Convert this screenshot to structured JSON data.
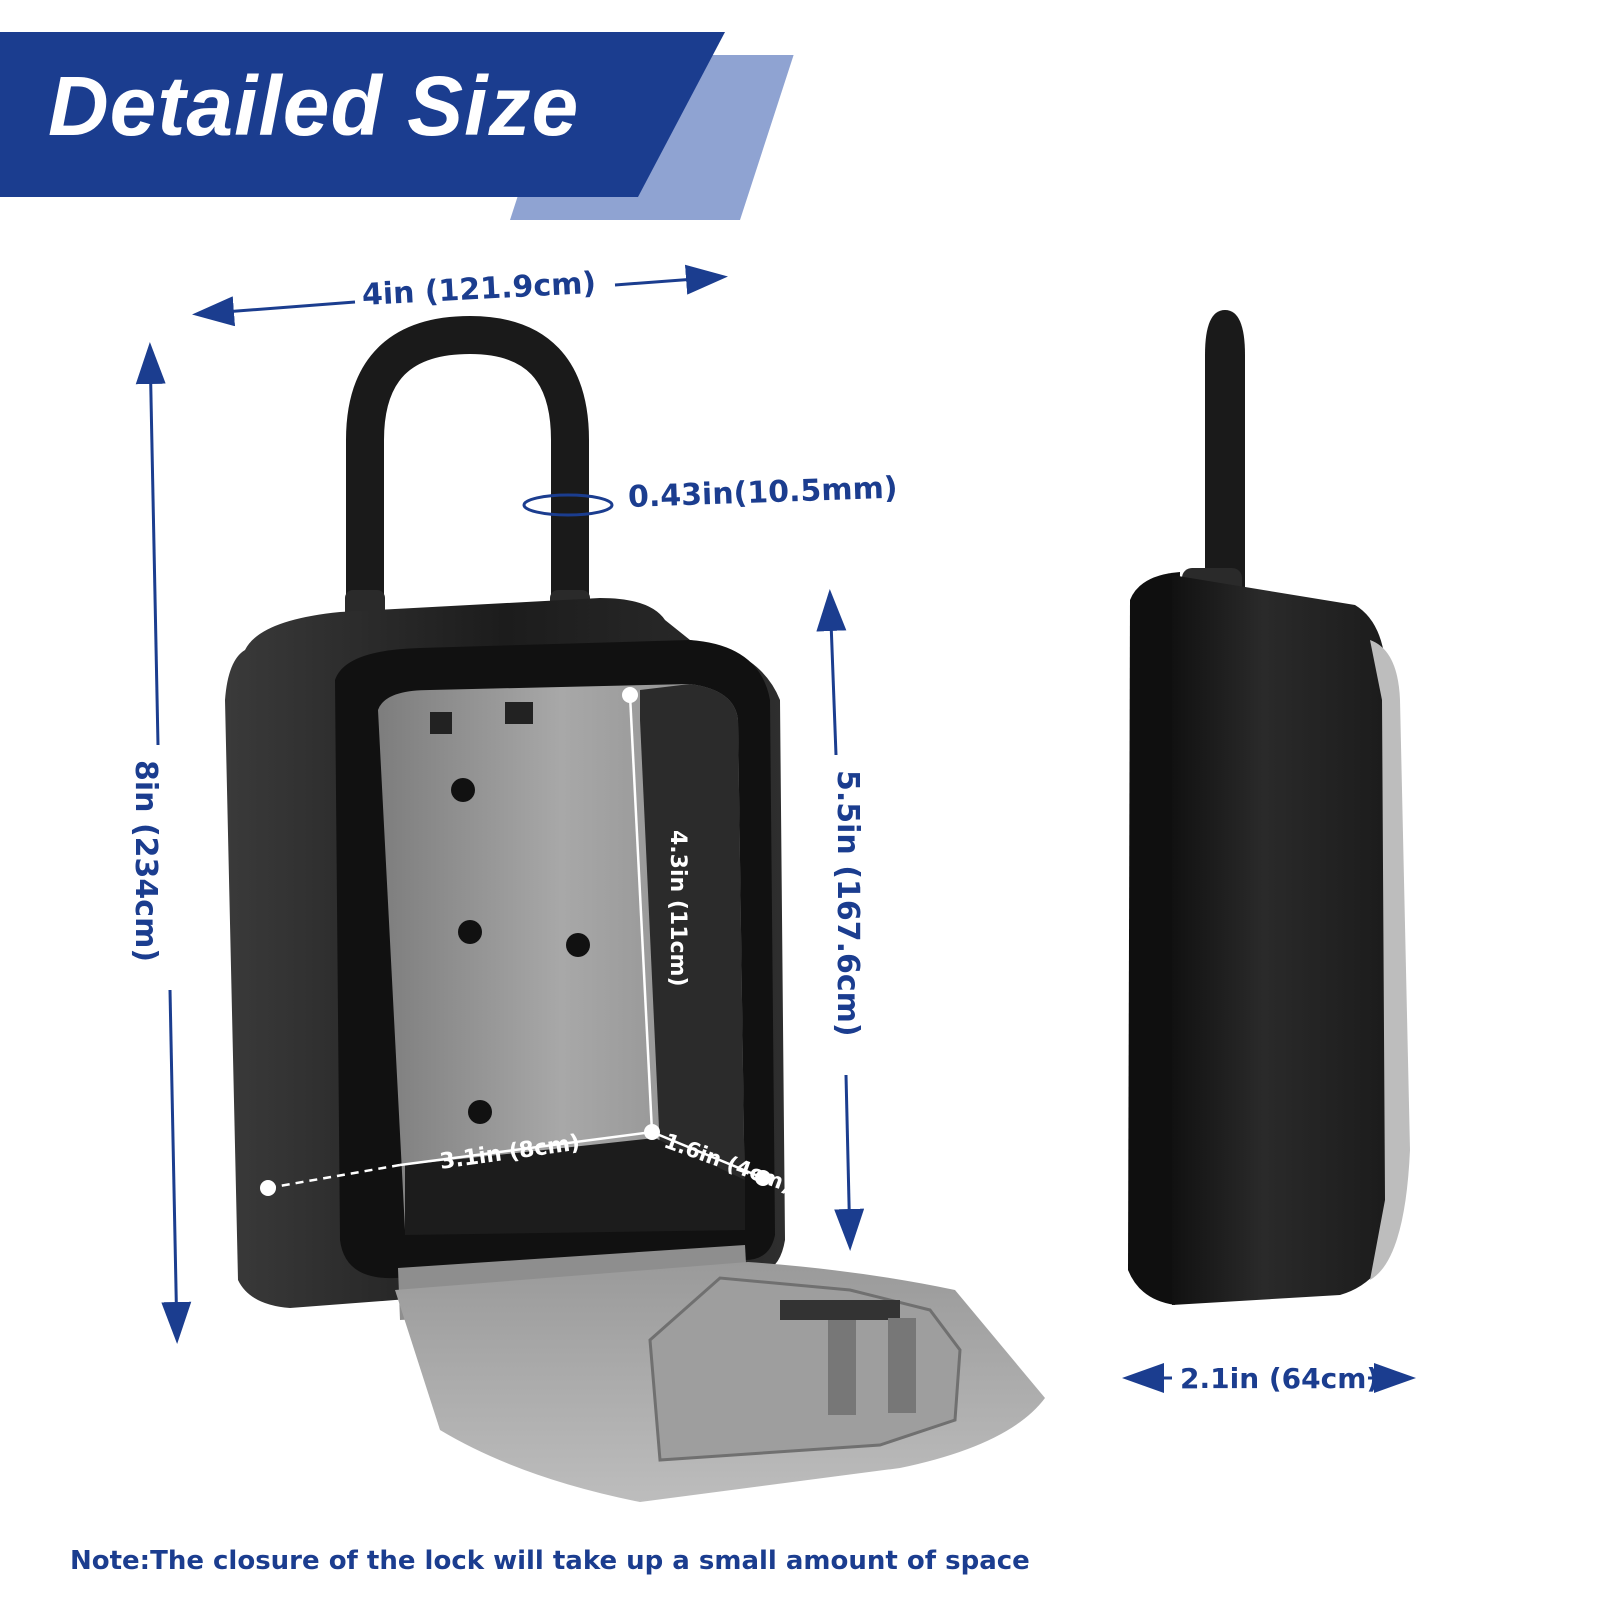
{
  "title": "Detailed Size",
  "dimensions": {
    "width": "4in (121.9cm)",
    "height": "8in (234cm)",
    "shackle": "0.43in(10.5mm)",
    "body_height": "5.5in (167.6cm)",
    "inner_height": "4.3in (11cm)",
    "inner_width": "3.1in (8cm)",
    "inner_depth": "1.6in (4cm)",
    "depth": "2.1in (64cm)"
  },
  "note": "Note:The closure of the lock will take up a small amount of space",
  "colors": {
    "brand_blue": "#1b3d8f",
    "banner_light": "#8fa3d2",
    "lock_body": "#1e1e1e",
    "lock_inner": "#9a9a9a"
  }
}
